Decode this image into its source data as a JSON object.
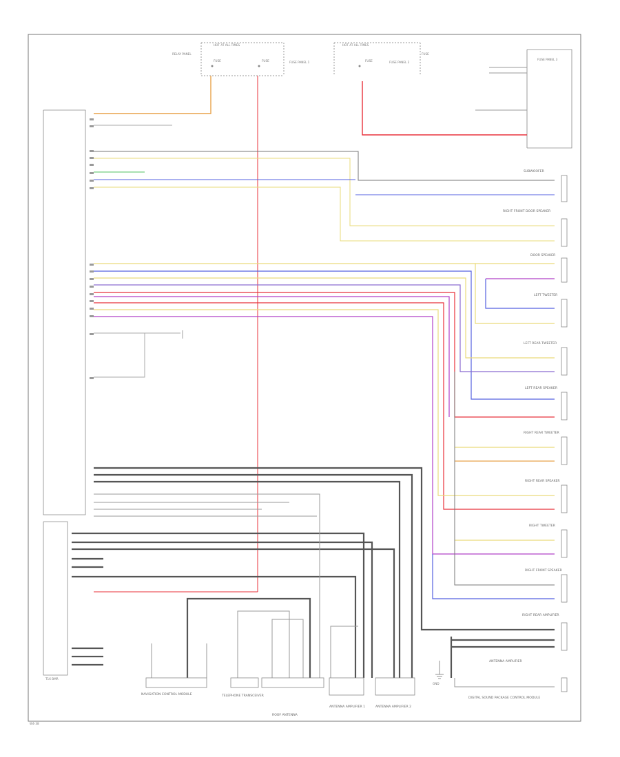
{
  "fuse_headers": {
    "left_line1": "HOT AT ALL TIMES",
    "right_line1": "HOT AT ALL TIMES"
  },
  "fuse_labels": {
    "relay_a": "RELAY PANEL",
    "fuse_a1": "FUSE",
    "fuse_a2": "FUSE",
    "fuse_b1": "FUSE",
    "fuse_b2": "FUSE",
    "fuse_panel_a": "FUSE PANEL 1",
    "fuse_panel_b": "FUSE PANEL 2",
    "fuse_panel_c": "FUSE PANEL 3"
  },
  "components_right": [
    "SUBWOOFER",
    "RIGHT FRONT DOOR SPEAKER",
    "DOOR SPEAKER",
    "LEFT TWEETER",
    "LEFT REAR TWEETER",
    "LEFT REAR SPEAKER",
    "RIGHT REAR TWEETER",
    "RIGHT REAR SPEAKER",
    "RIGHT TWEETER",
    "RIGHT FRONT SPEAKER",
    "RIGHT REAR AMPLIFIER",
    "ANTENNA AMPLIFIER",
    "DIGITAL SOUND PACKAGE CONTROL MODULE"
  ],
  "components_bottom": [
    "NAVIGATION CONTROL MODULE",
    "TELEPHONE TRANSCEIVER",
    "ROOF ANTENNA",
    "ANTENNA AMPLIFIER 1",
    "ANTENNA AMPLIFIER 2"
  ],
  "ground_label": "GND",
  "page_ref": "W4-38",
  "colors": {
    "red": "#e8303a",
    "orange": "#e8a24a",
    "blue": "#5560e0",
    "violet": "#b040c8",
    "yellow": "#eadb7a",
    "green": "#50c060",
    "black": "#4a4a4a"
  }
}
